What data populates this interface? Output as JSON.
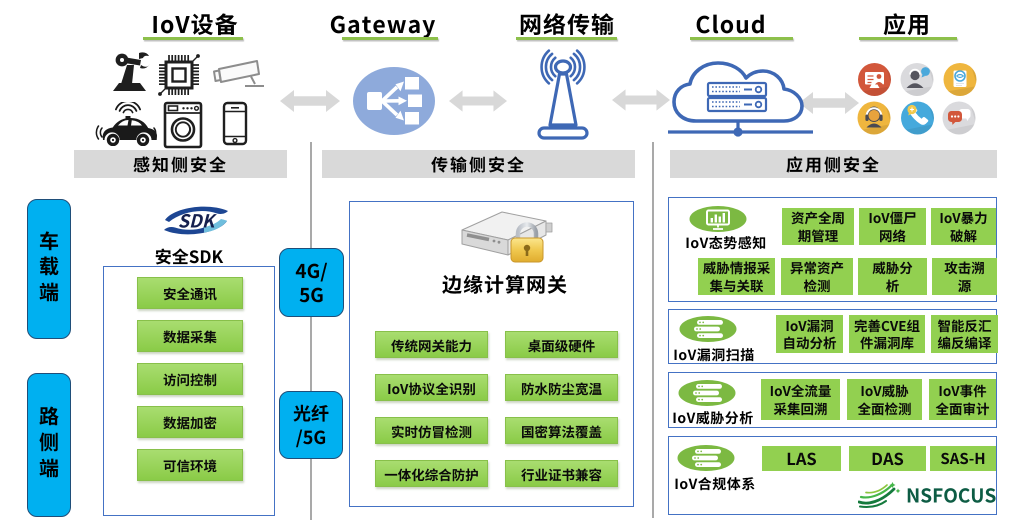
{
  "palette": {
    "accent_green": "#92d050",
    "accent_cyan": "#00b0f0",
    "panel_border_blue": "#4472c4",
    "bar_gray": "#d9d9d9",
    "underline_green": "#8dc04b",
    "hub_blue": "#8eaadb",
    "icon_stroke_blue": "#3e68b5",
    "ellipse_icon_green": "#7cb942",
    "brand_green": "#0d5c44"
  },
  "header": {
    "columns": [
      {
        "label": "IoV设备"
      },
      {
        "label": "Gateway"
      },
      {
        "label": "网络传输"
      },
      {
        "label": "Cloud"
      },
      {
        "label": "应用"
      }
    ]
  },
  "section_bars": {
    "perception": "感知侧安全",
    "transmission": "传输侧安全",
    "application": "应用侧安全"
  },
  "perception": {
    "vehicle_side": "车载端",
    "road_side": "路侧端",
    "sdk": {
      "logo": "SDK",
      "label": "安全SDK",
      "items": [
        "安全通讯",
        "数据采集",
        "访问控制",
        "数据加密",
        "可信环境"
      ]
    }
  },
  "links": {
    "cellular": [
      "4G/",
      "5G"
    ],
    "fiber": [
      "光纤",
      "/5G"
    ]
  },
  "transmission": {
    "gateway": {
      "title": "边缘计算网关",
      "left_items": [
        "传统网关能力",
        "IoV协议全识别",
        "实时仿冒检测",
        "一体化综合防护"
      ],
      "right_items": [
        "桌面级硬件",
        "防水防尘宽温",
        "国密算法覆盖",
        "行业证书兼容"
      ]
    }
  },
  "application": {
    "panels": [
      {
        "label": "IoV态势感知",
        "row1": [
          [
            "资产全周",
            "期管理"
          ],
          [
            "IoV僵尸",
            "网络"
          ],
          [
            "IoV暴力",
            "破解"
          ]
        ],
        "row2": [
          [
            "威胁情报采",
            "集与关联"
          ],
          [
            "异常资产",
            "检测"
          ],
          [
            "威胁分",
            "析"
          ],
          [
            "攻击溯",
            "源"
          ]
        ]
      },
      {
        "label": "IoV漏洞扫描",
        "items": [
          [
            "IoV漏洞",
            "自动分析"
          ],
          [
            "完善CVE组",
            "件漏洞库"
          ],
          [
            "智能反汇",
            "编反编译"
          ]
        ]
      },
      {
        "label": "IoV威胁分析",
        "items": [
          [
            "IoV全流量",
            "采集回溯"
          ],
          [
            "IoV威胁",
            "全面检测"
          ],
          [
            "IoV事件",
            "全面审计"
          ]
        ]
      },
      {
        "label": "IoV合规体系",
        "items": [
          "LAS",
          "DAS",
          "SAS-H"
        ]
      }
    ],
    "brand": "NSFOCUS"
  }
}
